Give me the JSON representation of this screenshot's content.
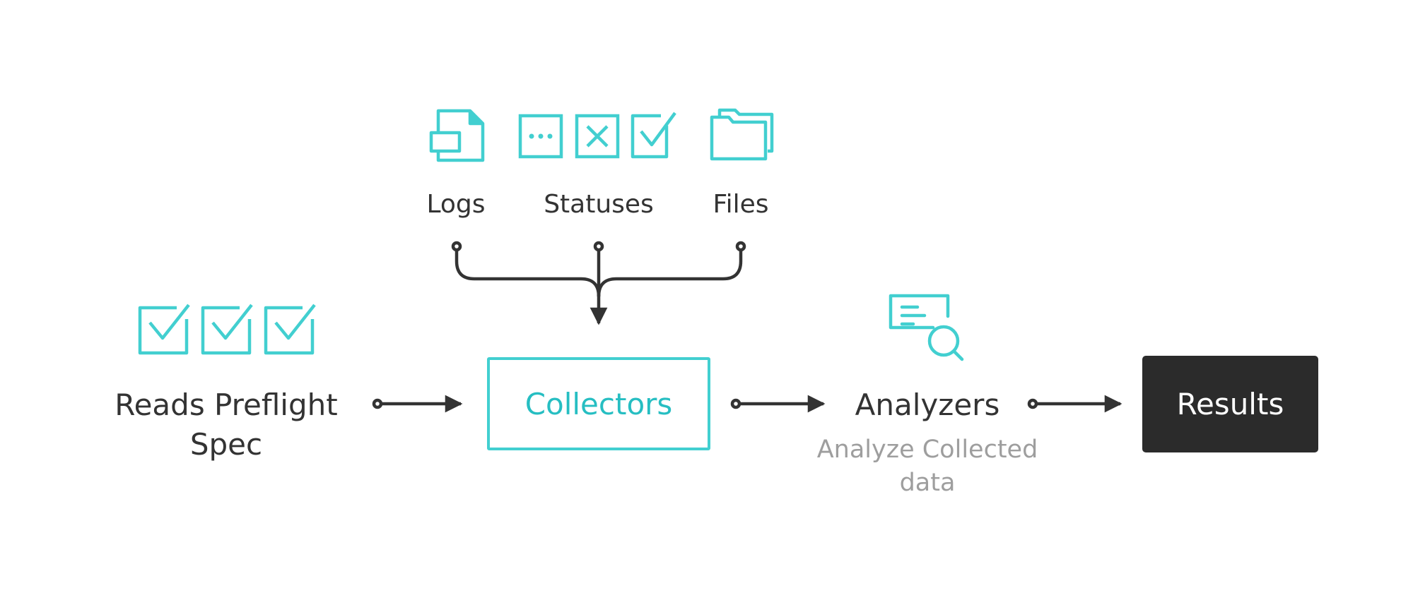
{
  "sources": {
    "logs": {
      "label": "Logs",
      "icon": "log-file-icon"
    },
    "statuses": {
      "label": "Statuses",
      "icons": [
        "status-pending-icon",
        "status-failed-icon",
        "status-passed-icon"
      ]
    },
    "files": {
      "label": "Files",
      "icon": "folders-icon"
    }
  },
  "input": {
    "label": "Reads Preflight Spec",
    "icons": [
      "checkbox-checked-icon",
      "checkbox-checked-icon",
      "checkbox-checked-icon"
    ]
  },
  "collectors": {
    "label": "Collectors"
  },
  "analyzers": {
    "label": "Analyzers",
    "description": "Analyze Collected data",
    "icon": "document-search-icon"
  },
  "results": {
    "label": "Results"
  },
  "colors": {
    "accent": "#42cfd0",
    "accent_text": "#26bec2",
    "ink": "#333333",
    "muted": "#9e9e9e",
    "results_bg": "#2b2b2b"
  }
}
